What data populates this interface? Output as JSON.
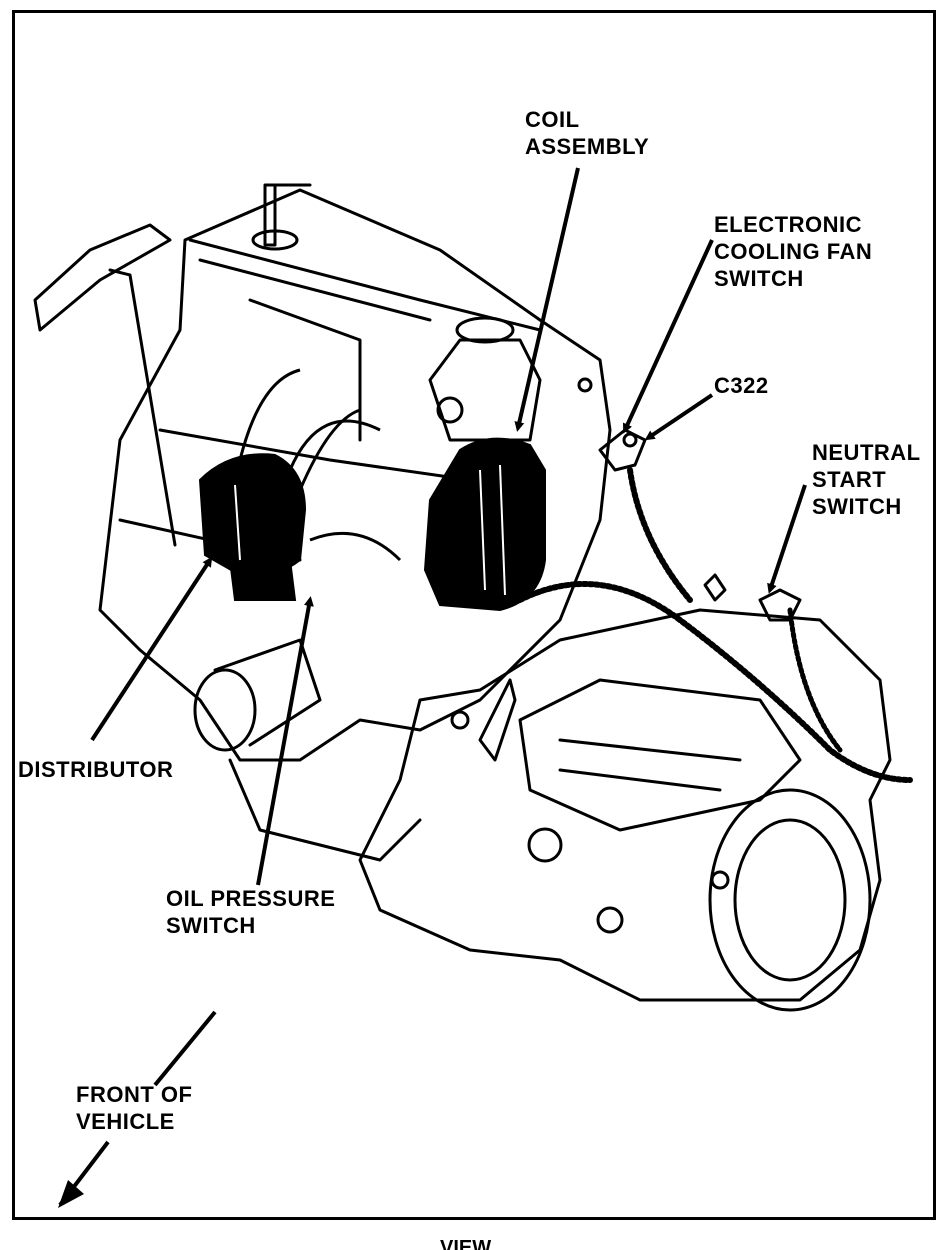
{
  "labels": {
    "coil_assembly": [
      "COIL",
      "ASSEMBLY"
    ],
    "cooling_fan_switch": [
      "ELECTRONIC",
      "COOLING FAN",
      "SWITCH"
    ],
    "connector": [
      "C322"
    ],
    "neutral_start_switch": [
      "NEUTRAL",
      "START",
      "SWITCH"
    ],
    "distributor": [
      "DISTRIBUTOR"
    ],
    "oil_pressure_switch": [
      "OIL PRESSURE",
      "SWITCH"
    ],
    "front_of_vehicle": [
      "FRONT OF",
      "VEHICLE"
    ]
  },
  "caption_stub": "VIEW",
  "colors": {
    "ink": "#000000",
    "paper": "#ffffff"
  }
}
